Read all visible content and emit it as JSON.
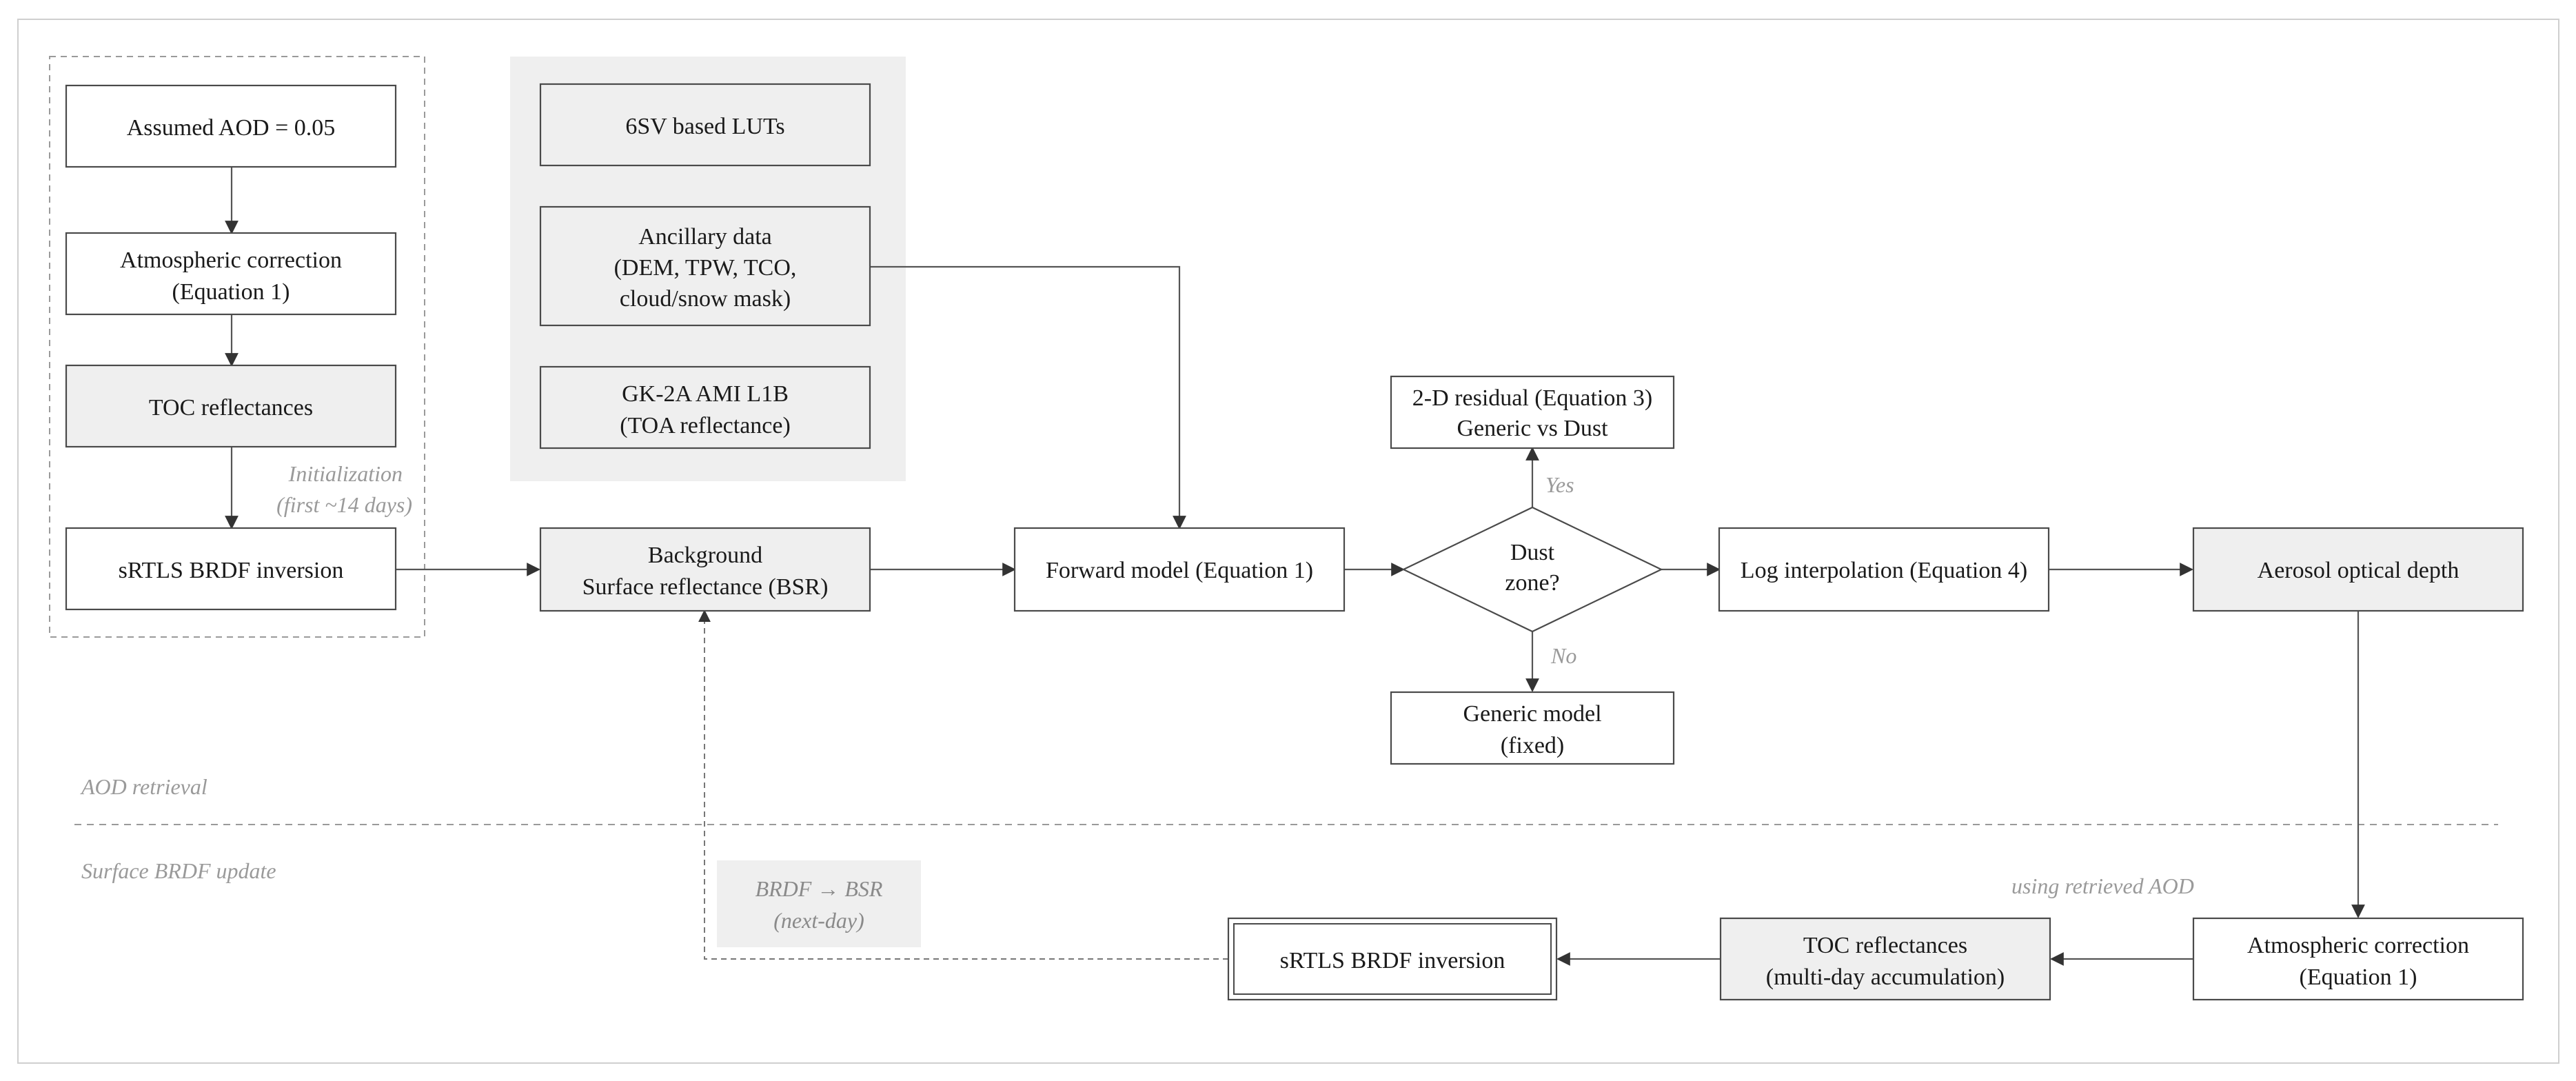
{
  "nodes": {
    "assumed_aod": {
      "lines": [
        "Assumed AOD = 0.05"
      ]
    },
    "atm_corr_init": {
      "lines": [
        "Atmospheric correction",
        "(Equation 1)"
      ]
    },
    "toc_init": {
      "lines": [
        "TOC reflectances"
      ]
    },
    "srtls_init": {
      "lines": [
        "sRTLS BRDF inversion"
      ]
    },
    "luts": {
      "lines": [
        "6SV based LUTs"
      ]
    },
    "ancillary": {
      "lines": [
        "Ancillary data",
        "(DEM, TPW, TCO,",
        "cloud/snow mask)"
      ]
    },
    "gk2a": {
      "lines": [
        "GK-2A AMI L1B",
        "(TOA reflectance)"
      ]
    },
    "bsr": {
      "lines": [
        "Background",
        "Surface reflectance (BSR)"
      ]
    },
    "forward": {
      "lines": [
        "Forward model (Equation 1)"
      ]
    },
    "residual": {
      "lines": [
        "2-D residual (Equation 3)",
        "Generic vs Dust"
      ]
    },
    "dust_zone": {
      "lines": [
        "Dust",
        "zone?"
      ]
    },
    "generic": {
      "lines": [
        "Generic model",
        "(fixed)"
      ]
    },
    "log_interp": {
      "lines": [
        "Log interpolation (Equation 4)"
      ]
    },
    "aod_out": {
      "lines": [
        "Aerosol optical depth"
      ]
    },
    "atm_corr_update": {
      "lines": [
        "Atmospheric correction",
        "(Equation 1)"
      ]
    },
    "toc_multi": {
      "lines": [
        "TOC reflectances",
        "(multi-day accumulation)"
      ]
    },
    "srtls_update": {
      "lines": [
        "sRTLS BRDF inversion"
      ]
    },
    "brdf_bsr": {
      "lines": [
        "BRDF → BSR",
        "(next-day)"
      ]
    }
  },
  "annotations": {
    "initialization": [
      "Initialization",
      "(first ~14 days)"
    ],
    "yes": "Yes",
    "no": "No",
    "aod_retrieval": "AOD retrieval",
    "surface_update": "Surface BRDF update",
    "using_retrieved": "using retrieved AOD"
  },
  "colors": {
    "shaded_fill": "#efefef",
    "panel_fill": "#efefef",
    "white_fill": "#ffffff",
    "border": "#4a4a4a",
    "annotation_text": "#9a9a9a"
  }
}
